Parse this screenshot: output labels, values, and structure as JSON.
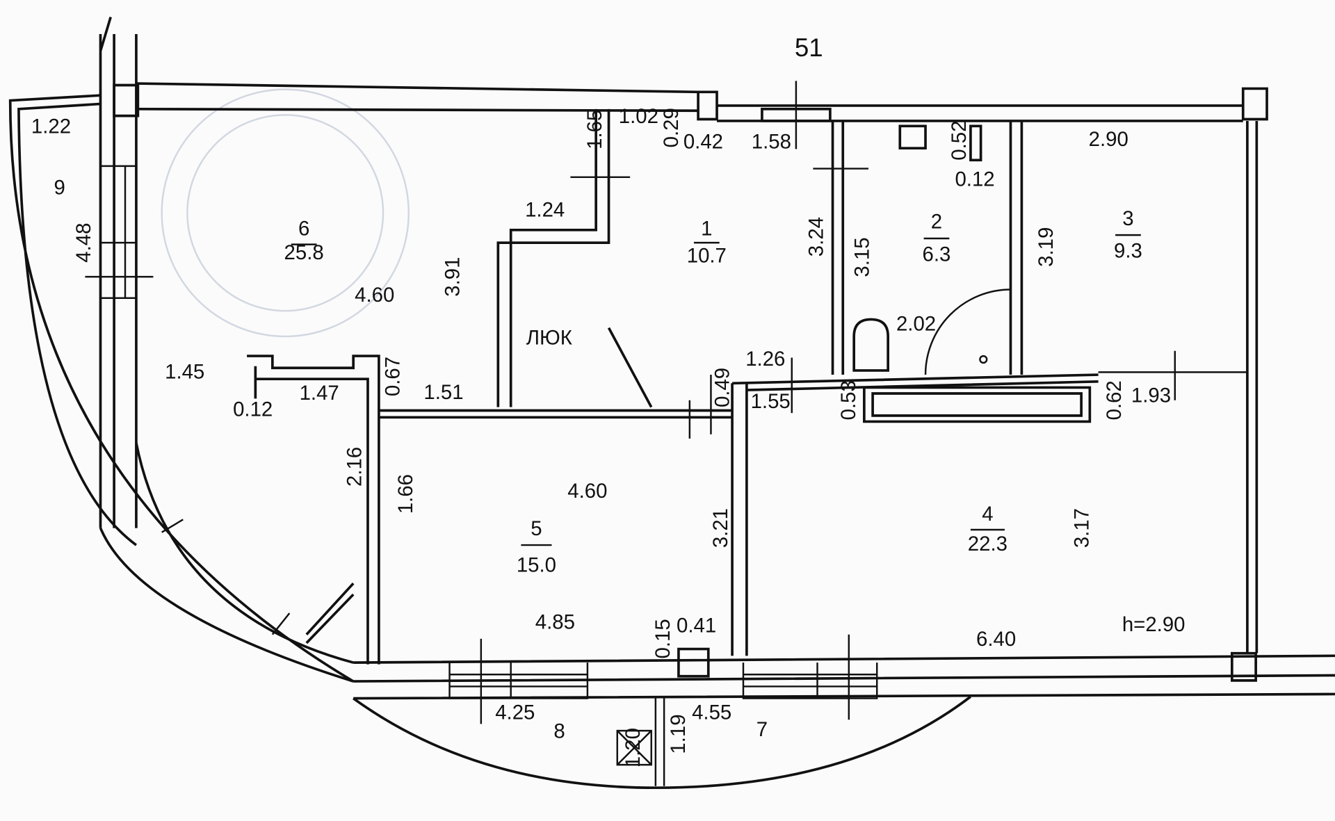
{
  "sheet_number": "51",
  "hatch_label": "ЛЮК",
  "ceiling_height": "h=2.90",
  "scale_box": "1.20",
  "rooms": [
    {
      "number": "1",
      "area": "10.7"
    },
    {
      "number": "2",
      "area": "6.3"
    },
    {
      "number": "3",
      "area": "9.3"
    },
    {
      "number": "4",
      "area": "22.3"
    },
    {
      "number": "5",
      "area": "15.0"
    },
    {
      "number": "6",
      "area": "25.8"
    },
    {
      "number": "7"
    },
    {
      "number": "8"
    },
    {
      "number": "9"
    }
  ],
  "dims": {
    "d1_22": "1.22",
    "d4_48": "4.48",
    "d1_65": "1.65",
    "d1_02": "1.02",
    "d0_29": "0.29",
    "d0_42": "0.42",
    "d1_58": "1.58",
    "d1_24": "1.24",
    "d4_60a": "4.60",
    "d3_91": "3.91",
    "d3_24": "3.24",
    "d3_15": "3.15",
    "d0_52": "0.52",
    "d0_12a": "0.12",
    "d2_90": "2.90",
    "d3_19": "3.19",
    "d2_02": "2.02",
    "d1_45": "1.45",
    "d0_12b": "0.12",
    "d1_47": "1.47",
    "d0_67": "0.67",
    "d1_51": "1.51",
    "d0_49": "0.49",
    "d1_26": "1.26",
    "d1_55": "1.55",
    "d0_53": "0.53",
    "d0_62": "0.62",
    "d1_93": "1.93",
    "d2_16": "2.16",
    "d1_66": "1.66",
    "d4_60b": "4.60",
    "d3_21": "3.21",
    "d3_17": "3.17",
    "d4_85": "4.85",
    "d0_15": "0.15",
    "d0_41": "0.41",
    "d6_40": "6.40",
    "d4_25": "4.25",
    "d4_55": "4.55",
    "d1_19": "1.19"
  }
}
